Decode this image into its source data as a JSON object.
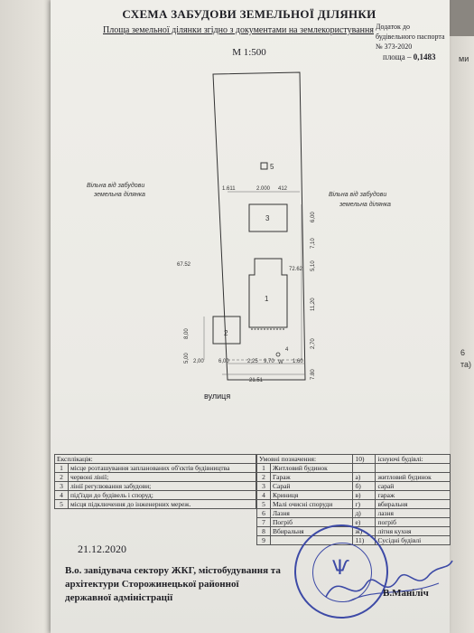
{
  "document": {
    "title": "СХЕМА ЗАБУДОВИ ЗЕМЕЛЬНОЇ ДІЛЯНКИ",
    "subtitle": "Площа земельної ділянки згідно з документами на землекористування",
    "scale": "М 1:500",
    "note_line1": "Додаток до",
    "note_line2": "будівельного паспорта",
    "note_line3": "№ 373-2020",
    "area_label": "площа –",
    "area_value": "0,1483"
  },
  "plan": {
    "left_zone": [
      "Вільна від забудови",
      "земельна ділянка"
    ],
    "right_zone": [
      "Вільна від забудови",
      "земельна ділянка"
    ],
    "street": "вулиця",
    "building_labels": [
      "1",
      "2",
      "3",
      "5"
    ],
    "dimensions": {
      "left_side": "67.52",
      "right_side": "72.62",
      "top_a": "1.611",
      "top_b": "2.000",
      "top_c": "412",
      "right_a": "6,00",
      "right_b": "7,10",
      "right_c": "5,10",
      "right_d": "11,20",
      "right_e": "2,70",
      "right_f": "1.60",
      "bottom_a": "2,00",
      "bottom_b": "6,00",
      "bottom_c": "2,25",
      "bottom_d": "9,70",
      "front_width": "21.51",
      "left_a": "8,00",
      "left_b": "5,00",
      "front_c": "7.80",
      "w_mark": "W",
      "mark_4": "4"
    }
  },
  "legend": {
    "header": "Експлікація:",
    "rows": [
      {
        "n": "1",
        "text": "місце розташування запланованих об'єктів будівництва"
      },
      {
        "n": "2",
        "text": "червоні лінії;"
      },
      {
        "n": "3",
        "text": "лінії регулювання забудови;"
      },
      {
        "n": "4",
        "text": "під'їзди до будівель і споруд;"
      },
      {
        "n": "5",
        "text": "місця підключення до інженерних мереж."
      }
    ]
  },
  "symbols": {
    "header": "Умовні позначення:",
    "existing_header_num": "10)",
    "existing_header": "існуючі будівлі:",
    "rows": [
      {
        "n": "1",
        "text": "Житловий будинок",
        "l": "",
        "t": ""
      },
      {
        "n": "2",
        "text": "Гараж",
        "l": "а)",
        "t": "житловий будинок"
      },
      {
        "n": "3",
        "text": "Сарай",
        "l": "б)",
        "t": "сарай"
      },
      {
        "n": "4",
        "text": "Криниця",
        "l": "в)",
        "t": "гараж"
      },
      {
        "n": "5",
        "text": "Малі очисні споруди",
        "l": "г)",
        "t": "вбиральня"
      },
      {
        "n": "6",
        "text": "Лазня",
        "l": "д)",
        "t": "лазня"
      },
      {
        "n": "7",
        "text": "Погріб",
        "l": "е)",
        "t": "погріб"
      },
      {
        "n": "8",
        "text": "Вбиральня",
        "l": "ж)",
        "t": "літня кухня"
      },
      {
        "n": "9",
        "text": "",
        "l": "11)",
        "t": "Сусідні будівлі"
      }
    ]
  },
  "footer": {
    "date": "21.12.2020",
    "line1": "В.о. завідувача сектору ЖКГ, містобудування та",
    "line2": "архітектури Сторожинецької районної",
    "line3": "державної адміністрації",
    "signer": "В.Маніліч"
  },
  "side_fragments": {
    "top": "ми",
    "mid1": "6",
    "mid2": "та)"
  },
  "colors": {
    "stamp": "#3d4aa6",
    "ink": "#1e1e24"
  }
}
